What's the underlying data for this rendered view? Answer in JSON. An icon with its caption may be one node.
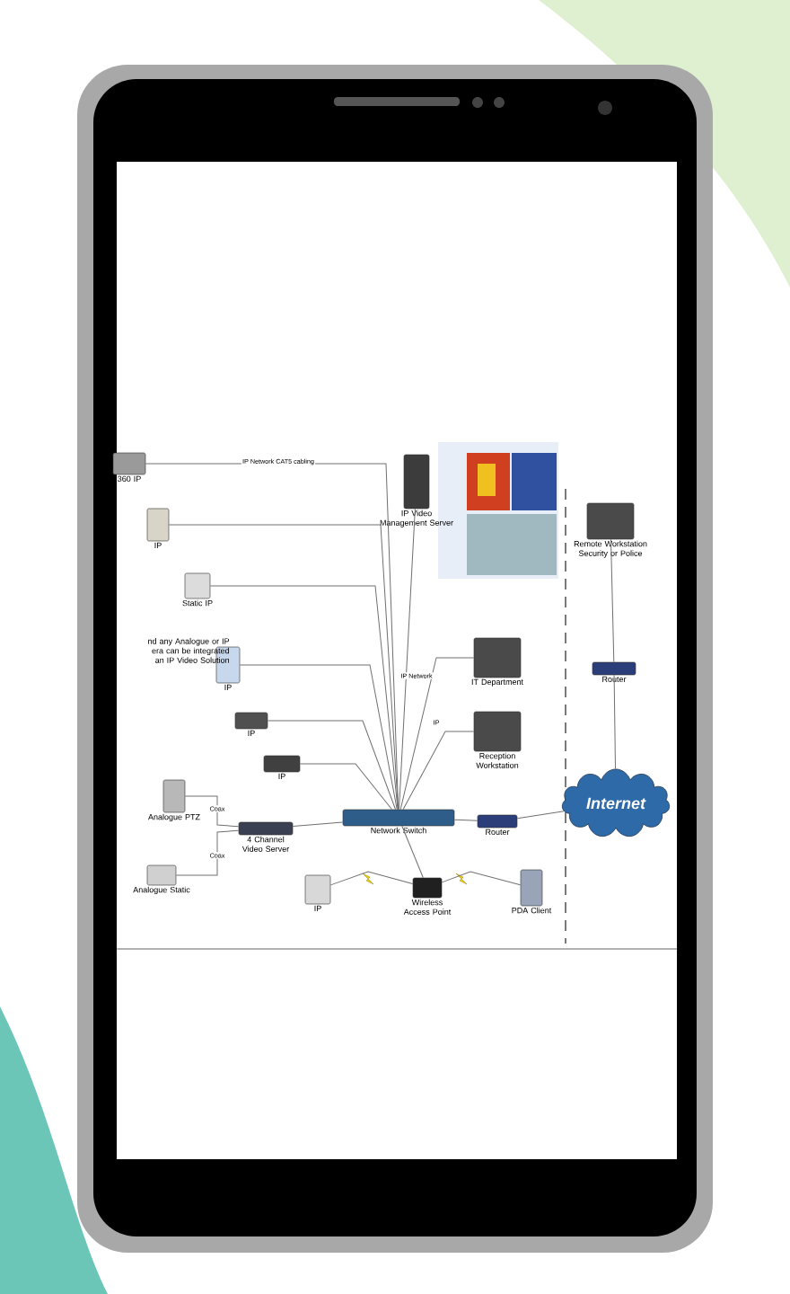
{
  "diagram": {
    "nodes": [
      {
        "text": [
          "360 IP"
        ]
      },
      {
        "text": [
          "IP"
        ]
      },
      {
        "text": [
          "Static IP"
        ]
      },
      {
        "text": [
          "IP"
        ]
      },
      {
        "text": [
          "IP"
        ]
      },
      {
        "text": [
          "IP"
        ]
      },
      {
        "text": [
          "Analogue PTZ"
        ]
      },
      {
        "text": [
          "Analogue Static"
        ]
      },
      {
        "text": [
          "4 Channel Video Server"
        ]
      },
      {
        "text": [
          "Network Switch"
        ]
      },
      {
        "text": [
          "IP Video Management Server"
        ]
      },
      {
        "text": [
          "Remote Workstation Security or Police"
        ]
      },
      {
        "text": [
          "IT Department"
        ]
      },
      {
        "text": [
          "Router"
        ]
      },
      {
        "text": [
          "Reception Workstation"
        ]
      },
      {
        "text": [
          "Router"
        ]
      },
      {
        "text": [
          "Internet"
        ]
      },
      {
        "text": [
          "IP"
        ]
      },
      {
        "text": [
          "Wireless Access Point"
        ]
      },
      {
        "text": [
          "PDA Client"
        ]
      }
    ],
    "edges": [
      {
        "from": 0,
        "to": 9,
        "arrow": "none",
        "label": "IP Network CAT5 cabling"
      },
      {
        "from": 1,
        "to": 9,
        "arrow": "none"
      },
      {
        "from": 2,
        "to": 9,
        "arrow": "none"
      },
      {
        "from": 3,
        "to": 9,
        "arrow": "none"
      },
      {
        "from": 4,
        "to": 9,
        "arrow": "none"
      },
      {
        "from": 5,
        "to": 9,
        "arrow": "none"
      },
      {
        "from": 6,
        "to": 8,
        "arrow": "none",
        "label": "Coax"
      },
      {
        "from": 7,
        "to": 8,
        "arrow": "none",
        "label": "Coax"
      },
      {
        "from": 8,
        "to": 9,
        "arrow": "none"
      },
      {
        "from": 10,
        "to": 9,
        "arrow": "none",
        "label": "IP Network"
      },
      {
        "from": 12,
        "to": 9,
        "arrow": "none",
        "label": "IP"
      },
      {
        "from": 14,
        "to": 9,
        "arrow": "none"
      },
      {
        "from": 9,
        "to": 13,
        "arrow": "none"
      },
      {
        "from": 13,
        "to": 16,
        "arrow": "none"
      },
      {
        "from": 16,
        "to": 15,
        "arrow": "none"
      },
      {
        "from": 15,
        "to": 11,
        "arrow": "none"
      },
      {
        "from": 17,
        "to": 18,
        "arrow": "none"
      },
      {
        "from": 18,
        "to": 9,
        "arrow": "none"
      },
      {
        "from": 18,
        "to": 19,
        "arrow": "none"
      }
    ],
    "labels": [
      "nd any Analogue or IP era can be integrated an IP Video Solution"
    ]
  }
}
